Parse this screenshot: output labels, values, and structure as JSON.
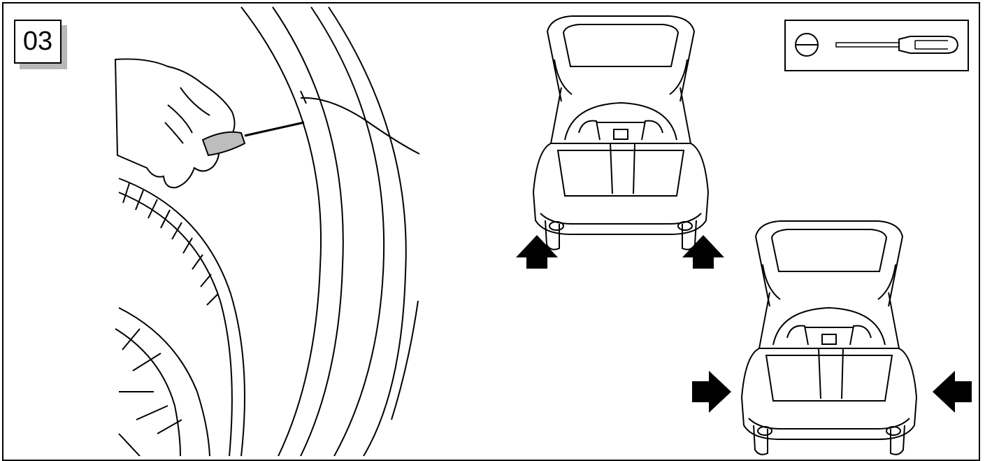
{
  "step": {
    "number": "03"
  },
  "tool": {
    "icon": "flat-screwdriver-icon"
  },
  "illustrations": {
    "detail": "hand-screwdriver-wheel-arch",
    "car_top": "car-rear-trunk-open",
    "car_bottom": "car-rear-trunk-open"
  },
  "colors": {
    "stroke": "#000000",
    "shadow": "#b8b8b8",
    "skin": "#ffffff"
  }
}
